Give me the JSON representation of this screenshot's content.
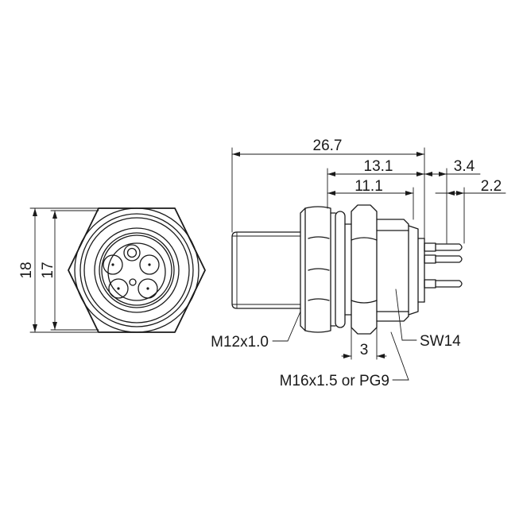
{
  "dimensions": {
    "overall_length": "26.7",
    "rear_length": "13.1",
    "thread_length": "11.1",
    "pin_length": "3.4",
    "pin_offset": "2.2",
    "height_outer": "18",
    "height_inner": "17",
    "panel_gap": "3"
  },
  "callouts": {
    "front_thread": "M12x1.0",
    "wrench_size": "SW14",
    "panel_thread": "M16x1.5 or PG9"
  }
}
